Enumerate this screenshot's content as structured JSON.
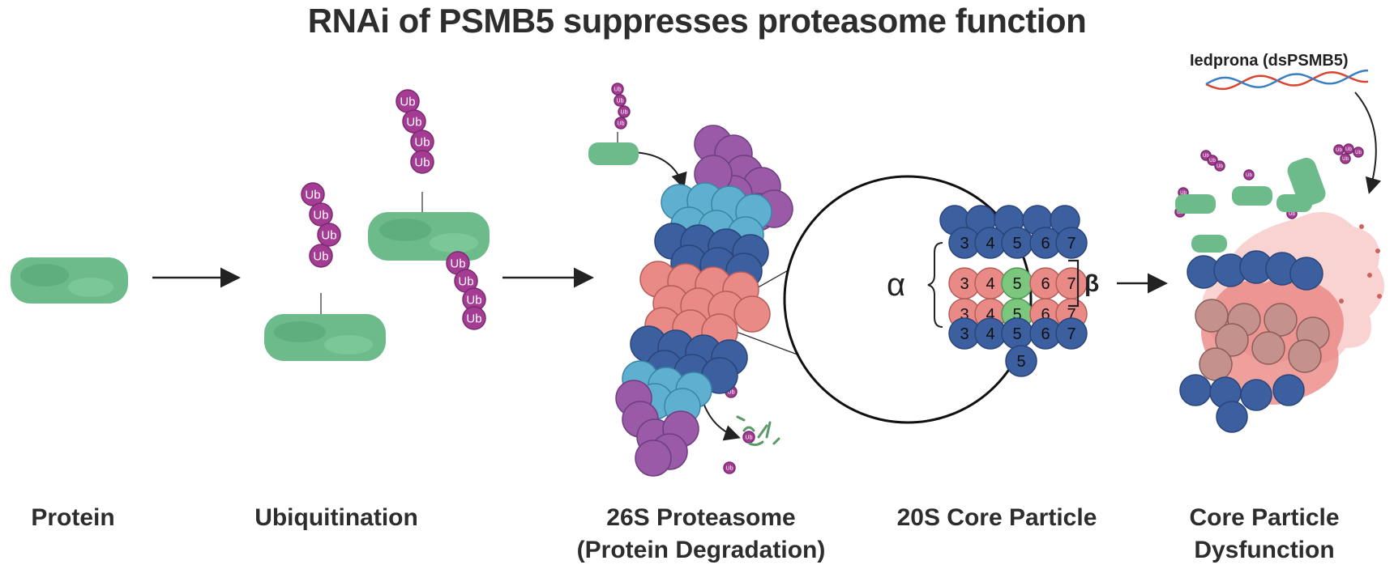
{
  "title": "RNAi of PSMB5 suppresses proteasome function",
  "ub_label": "Ub",
  "drug_label": "Iedprona (dsPSMB5)",
  "stages": [
    {
      "line1": "Protein",
      "line2": ""
    },
    {
      "line1": "Ubiquitination",
      "line2": ""
    },
    {
      "line1": "26S Proteasome",
      "line2": "(Protein Degradation)"
    },
    {
      "line1": "20S Core Particle",
      "line2": ""
    },
    {
      "line1": "Core Particle",
      "line2": "Dysfunction"
    }
  ],
  "core_particle": {
    "alpha_symbol": "α",
    "beta_symbol": "β",
    "row_labels": [
      [
        "3",
        "4",
        "5",
        "6",
        "7"
      ],
      [
        "3",
        "4",
        "5",
        "6",
        "7"
      ],
      [
        "3",
        "4",
        "5",
        "6",
        "7"
      ],
      [
        "3",
        "4",
        "5",
        "6",
        "7"
      ]
    ],
    "bottom_label": "5"
  },
  "colors": {
    "protein": "#6dbb8a",
    "ubiquitin": "#a43c94",
    "alpha_ring": "#3c5fa0",
    "lid": "#5fb0d0",
    "beta_ring": "#e98a86",
    "cap": "#9a5aa8",
    "psmb5": "#7bc77d",
    "dna_red": "#d9452f",
    "dna_blue": "#3a7fc0"
  }
}
